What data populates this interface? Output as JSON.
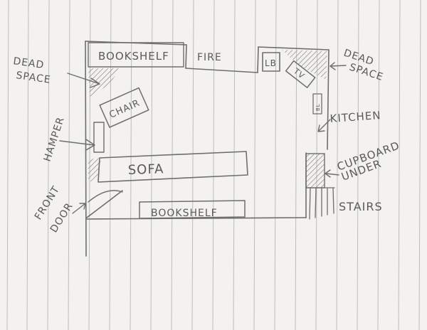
{
  "labels": {
    "bookshelf_top": "BOOKSHELF",
    "fire": "FIRE",
    "lb": "LB",
    "tv": "TV",
    "dead_space_left_1": "DEAD",
    "dead_space_left_2": "SPACE",
    "dead_space_right_1": "DEAD",
    "dead_space_right_2": "SPACE",
    "chair": "CHAIR",
    "hamper": "HAMPER",
    "sofa": "SOFA",
    "front_door_1": "FRONT",
    "front_door_2": "DOOR",
    "bookshelf_bottom": "BOOKSHELF",
    "kitchen": "KITCHEN",
    "cupboard_1": "CUPBOARD",
    "cupboard_2": "UNDER",
    "stairs": "STAIRS",
    "small_appliance": "BL"
  },
  "colors": {
    "paper": "#f4f2ee",
    "rule_line": "#b9bcc4",
    "pencil": "#6e6e6e",
    "shade": "#9a9a9a"
  }
}
